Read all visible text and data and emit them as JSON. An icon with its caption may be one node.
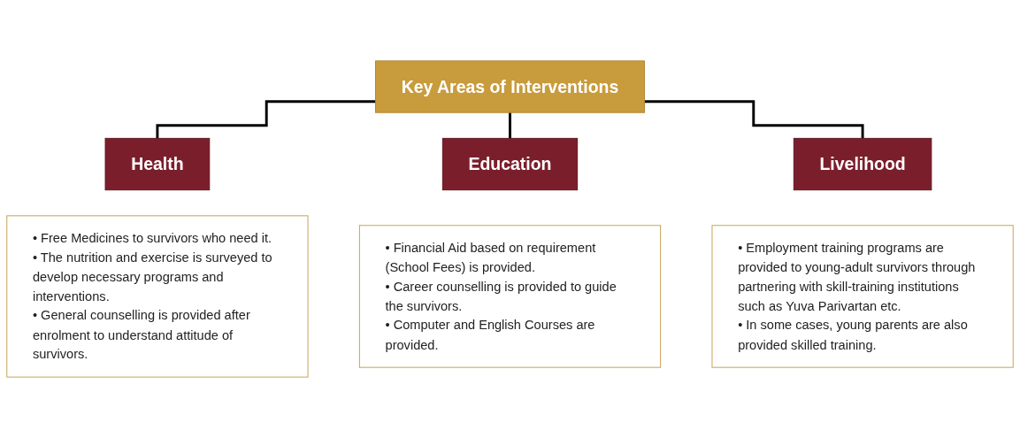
{
  "diagram": {
    "nodes": [
      {
        "text": [
          "Key Areas of Interventions"
        ]
      },
      {
        "text": [
          "Health"
        ]
      },
      {
        "text": [
          "Education"
        ]
      },
      {
        "text": [
          "Livelihood"
        ]
      },
      {
        "text": [
          "• Free Medicines to survivors who need it.",
          "• The nutrition and exercise is surveyed to develop necessary programs and interventions.",
          "• General counselling is provided after enrolment to understand attitude of survivors."
        ]
      },
      {
        "text": [
          "• Financial Aid based on requirement (School Fees) is provided.",
          "• Career counselling is provided to guide the survivors.",
          "• Computer and English Courses are provided."
        ]
      },
      {
        "text": [
          "• Employment training programs are provided to young-adult survivors through partnering with skill-training institutions such as Yuva Parivartan etc.",
          "• In some cases, young parents are also provided skilled training."
        ]
      }
    ],
    "edges": [
      {
        "from": 0,
        "to": 1,
        "arrow": "none"
      },
      {
        "from": 0,
        "to": 2,
        "arrow": "none"
      },
      {
        "from": 0,
        "to": 3,
        "arrow": "none"
      }
    ]
  }
}
